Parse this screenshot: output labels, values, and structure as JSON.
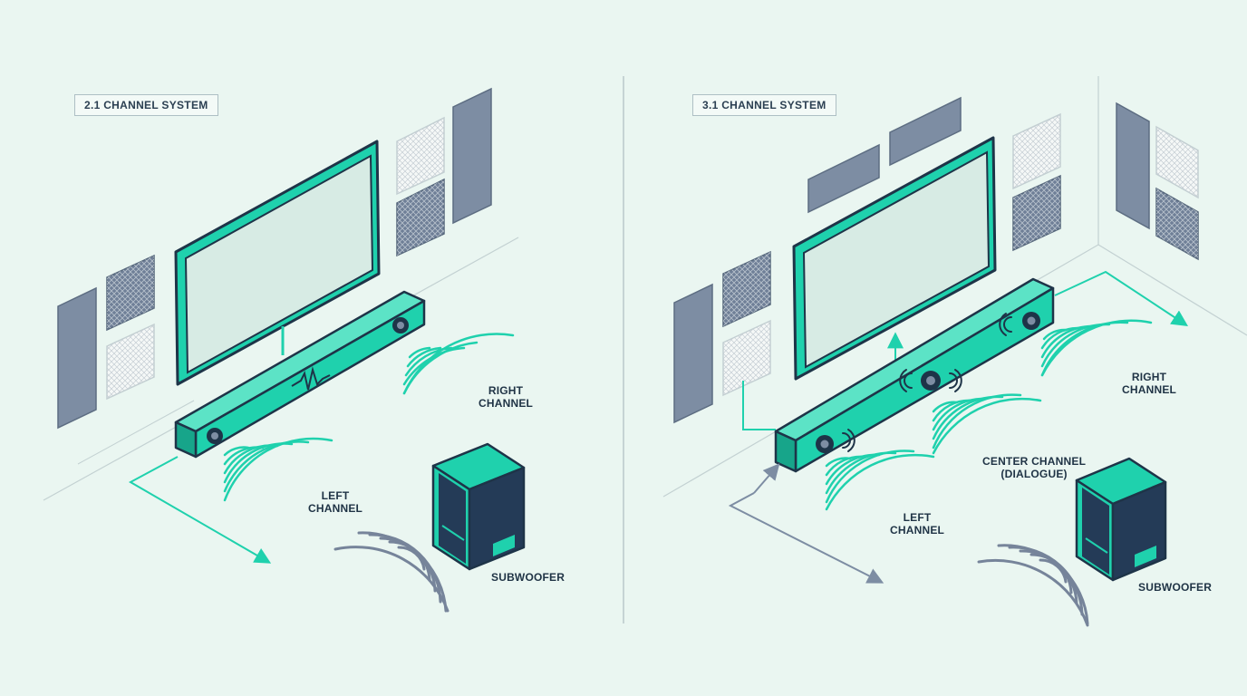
{
  "panels": {
    "left": {
      "title": "2.1 CHANNEL SYSTEM",
      "labels": {
        "right_line1": "RIGHT",
        "right_line2": "CHANNEL",
        "left_line1": "LEFT",
        "left_line2": "CHANNEL",
        "sub": "SUBWOOFER"
      }
    },
    "right": {
      "title": "3.1 CHANNEL SYSTEM",
      "labels": {
        "right_line1": "RIGHT",
        "right_line2": "CHANNEL",
        "center_line1": "CENTER CHANNEL",
        "center_line2": "(DIALOGUE)",
        "left_line1": "LEFT",
        "left_line2": "CHANNEL",
        "sub": "SUBWOOFER"
      }
    }
  },
  "colors": {
    "background": "#eaf6f1",
    "accent": "#1fd1ad",
    "outline": "#1e3448",
    "screen": "#d7ebe4",
    "panel_gray": "#7d8da3",
    "sub_body": "#243b57",
    "wave_gray": "#76849a"
  },
  "icons": [
    "tv-icon",
    "soundbar-icon",
    "subwoofer-icon",
    "sound-wave-icon",
    "acoustic-panel-icon"
  ]
}
